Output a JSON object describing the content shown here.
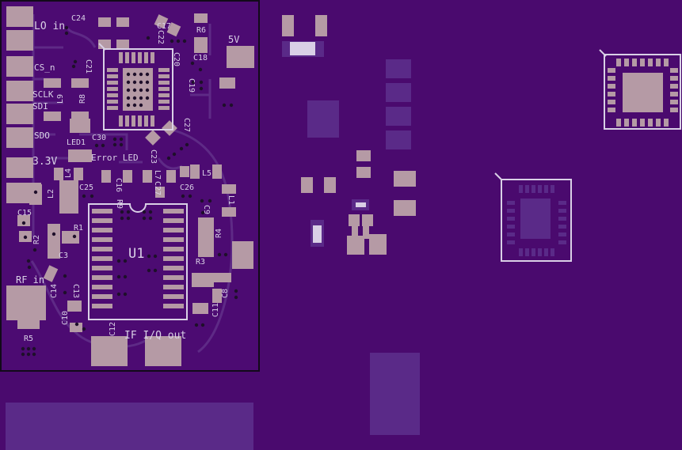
{
  "app": {
    "view": "PCB layout - top copper"
  },
  "colors": {
    "substrate": "#4a0a6e",
    "board": "#4c0b72",
    "copper_pad": "#b59aa5",
    "silkscreen": "#d9d0e6",
    "trace": "#5e2a86",
    "via_hole": "#1e0f2a",
    "ghost_pad": "#5a2a88"
  },
  "labels": {
    "lo_in": "LO in",
    "cs_n": "CS_n",
    "sclk": "SCLK",
    "sdi": "SDI",
    "sdo": "SDO",
    "v33": "3.3V",
    "rf_in": "RF in",
    "v5": "5V",
    "error_led": "Error LED",
    "if_iq_out": "IF I/Q out",
    "u1": "U1"
  },
  "refdes": {
    "c24": "C24",
    "c17": "C17",
    "c22": "C22",
    "r6": "R6",
    "c20": "C20",
    "c18": "C18",
    "c19": "C19",
    "c21": "C21",
    "l9": "L9",
    "r8": "R8",
    "led1": "LED1",
    "c30": "C30",
    "c23": "C23",
    "l4": "L4",
    "l5": "L5",
    "l2": "L2",
    "c25": "C25",
    "c16": "C16",
    "l7": "L7",
    "c26": "C26",
    "l1": "L1",
    "c15": "C15",
    "r2": "R2",
    "r1": "R1",
    "c9": "C9",
    "r4": "R4",
    "c3": "C3",
    "r3": "R3",
    "c14": "C14",
    "c13": "C13",
    "c8": "C8",
    "c10": "C10",
    "c11": "C11",
    "c12": "C12",
    "r5": "R5",
    "c27": "C27",
    "r9": "R9"
  }
}
